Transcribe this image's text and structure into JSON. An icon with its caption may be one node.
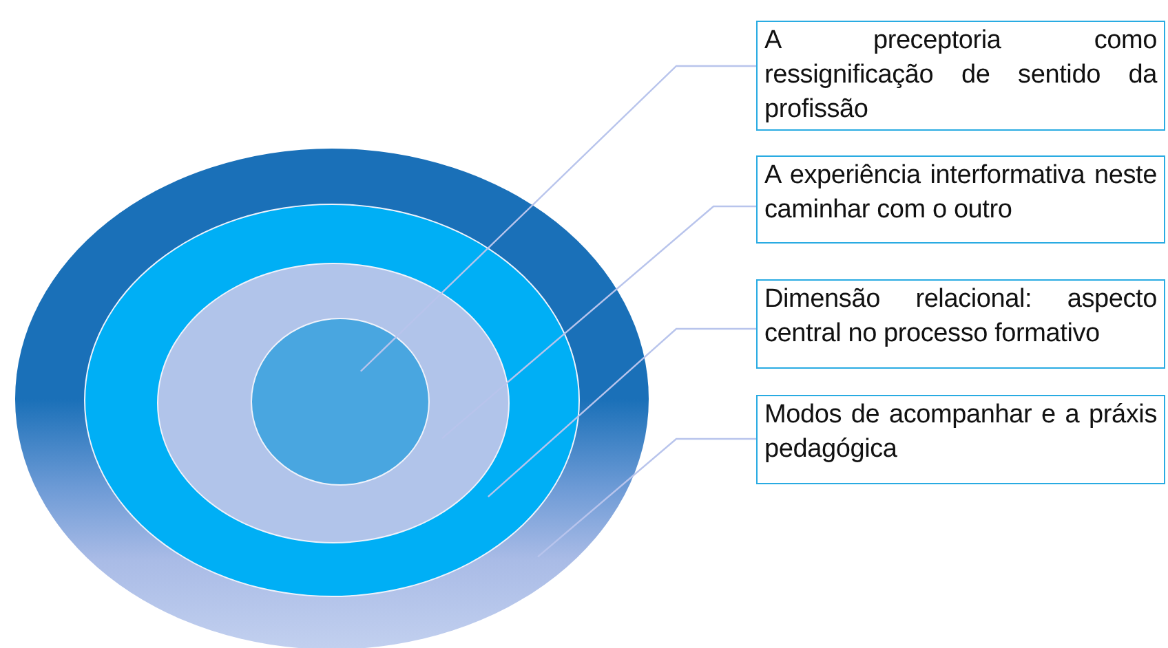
{
  "diagram": {
    "nodes": [
      {
        "text": [],
        "shape": "ellipse"
      },
      {
        "text": [],
        "shape": "ellipse",
        "in": 0
      },
      {
        "text": [],
        "shape": "ellipse",
        "in": 1
      },
      {
        "text": [],
        "shape": "ellipse",
        "in": 2
      },
      {
        "text": [
          "A preceptoria como ressignificação de sentido da profissão"
        ]
      },
      {
        "text": [
          "A experiência interformativa neste caminhar com o outro"
        ]
      },
      {
        "text": [
          "Dimensão relacional: aspecto central no processo formativo"
        ]
      },
      {
        "text": [
          "Modos de acompanhar e a práxis pedagógica"
        ]
      }
    ],
    "edges": [
      {
        "from": 4,
        "to": 3,
        "arrow": "none"
      },
      {
        "from": 5,
        "to": 2,
        "arrow": "none"
      },
      {
        "from": 6,
        "to": 1,
        "arrow": "none"
      },
      {
        "from": 7,
        "to": 0,
        "arrow": "none"
      }
    ]
  }
}
